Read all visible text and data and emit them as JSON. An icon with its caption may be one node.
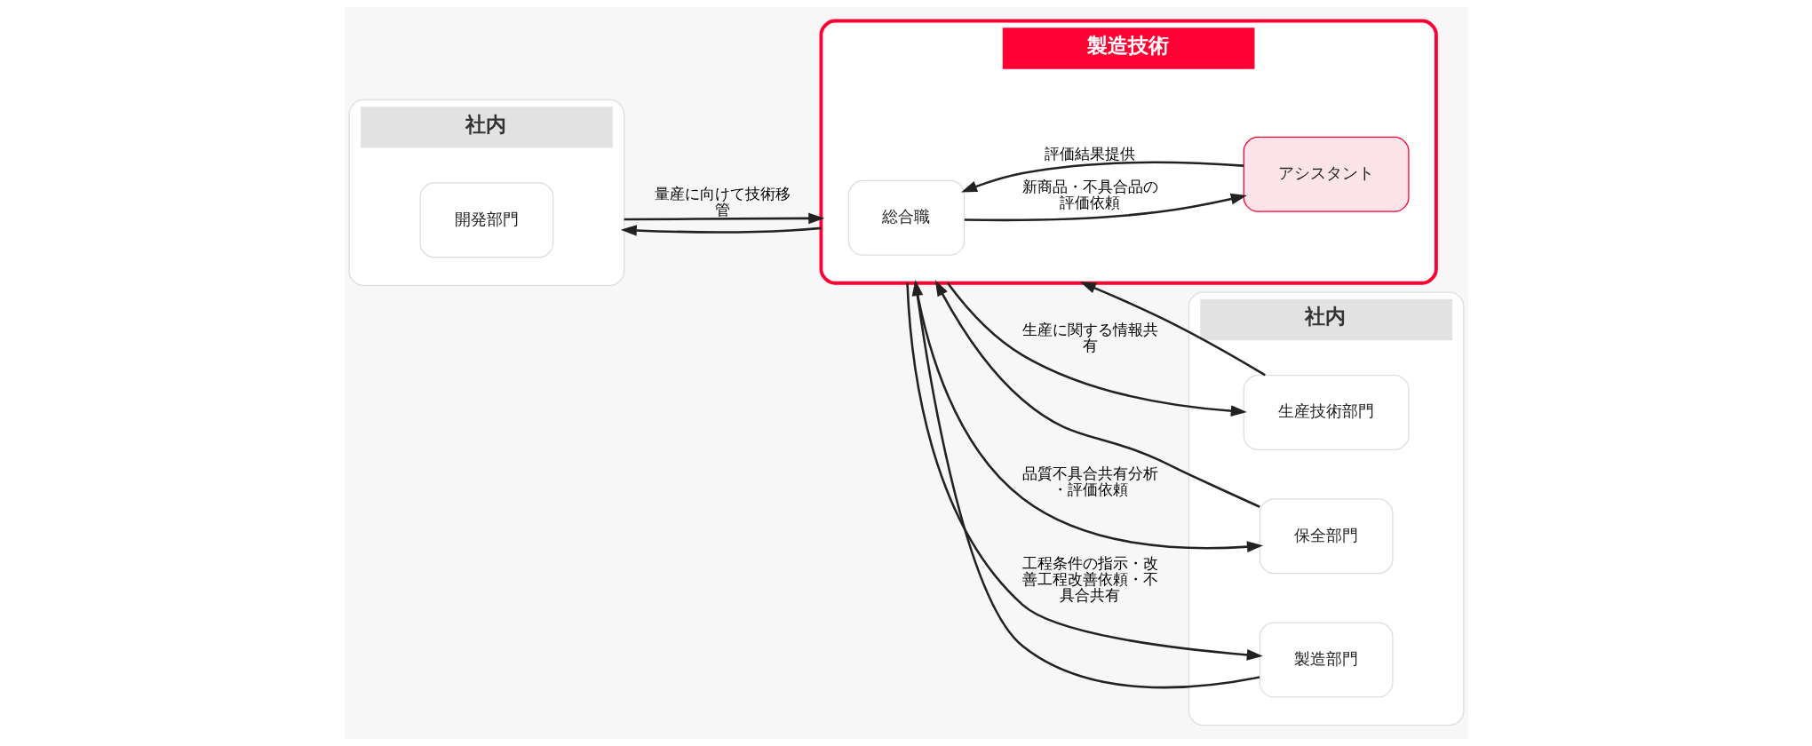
{
  "diagram": {
    "nodes": [
      {
        "text": [
          "社内"
        ]
      },
      {
        "text": [
          "開発部門"
        ],
        "in": 0
      },
      {
        "text": [
          "製造技術"
        ]
      },
      {
        "text": [
          "総合職"
        ],
        "in": 2
      },
      {
        "text": [
          "アシスタント"
        ],
        "in": 2
      },
      {
        "text": [
          "社内"
        ]
      },
      {
        "text": [
          "製造部門"
        ],
        "in": 5
      },
      {
        "text": [
          "生産技術部門"
        ],
        "in": 5
      },
      {
        "text": [
          "保全部門"
        ],
        "in": 5
      }
    ],
    "edges": [
      {
        "from": 0,
        "to": 2,
        "arrow": "to",
        "label": "量産に向けて技術移管"
      },
      {
        "from": 2,
        "to": 0,
        "arrow": "to"
      },
      {
        "from": 3,
        "to": 4,
        "arrow": "to",
        "label": "新商品・不具合品の評価依頼"
      },
      {
        "from": 4,
        "to": 3,
        "arrow": "to",
        "label": "評価結果提供"
      },
      {
        "from": 2,
        "to": 6,
        "arrow": "to",
        "label": "工程条件の指示・改善工程改善依頼・不具合共有"
      },
      {
        "from": 6,
        "to": 2,
        "arrow": "to"
      },
      {
        "from": 2,
        "to": 7,
        "arrow": "to",
        "label": "生産に関する情報共有"
      },
      {
        "from": 7,
        "to": 2,
        "arrow": "to"
      },
      {
        "from": 2,
        "to": 8,
        "arrow": "to",
        "label": "品質不具合共有分析・評価依頼"
      },
      {
        "from": 8,
        "to": 2,
        "arrow": "to"
      }
    ]
  }
}
